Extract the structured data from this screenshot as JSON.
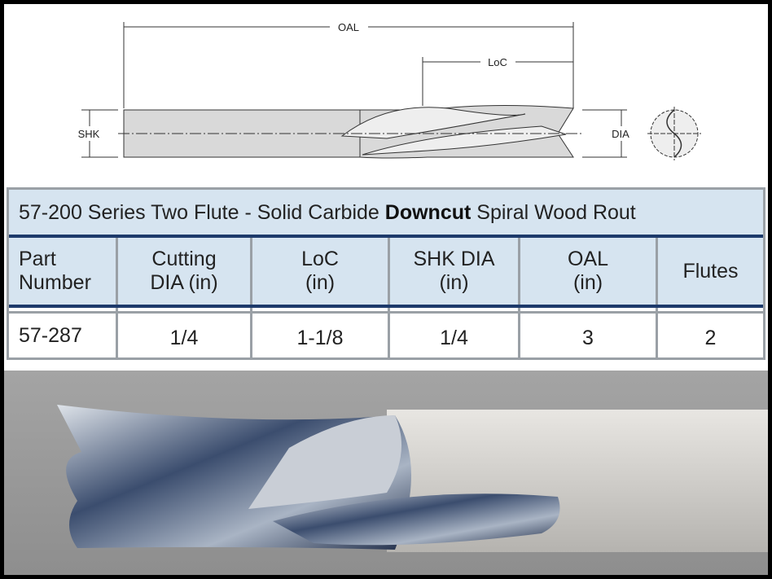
{
  "diagram": {
    "oal_label": "OAL",
    "loc_label": "LoC",
    "shk_label": "SHK",
    "dia_label": "DIA"
  },
  "table": {
    "title_prefix": "57-200 Series Two Flute - Solid Carbide ",
    "title_bold": "Downcut",
    "title_suffix": " Spiral Wood Rout",
    "headers": [
      {
        "line1": "Part",
        "line2": "Number"
      },
      {
        "line1": "Cutting",
        "line2": "DIA (in)"
      },
      {
        "line1": "LoC",
        "line2": "(in)"
      },
      {
        "line1": "SHK DIA",
        "line2": "(in)"
      },
      {
        "line1": "OAL",
        "line2": "(in)"
      },
      {
        "line1": "",
        "line2": "Flutes"
      }
    ],
    "rows": [
      [
        "57-287",
        "1/4",
        "1-1/8",
        "1/4",
        "3",
        "2"
      ]
    ]
  }
}
